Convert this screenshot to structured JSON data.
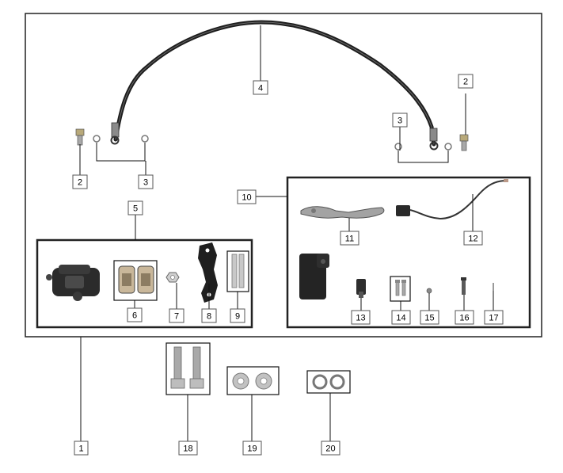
{
  "diagram": {
    "callouts": {
      "c1": "1",
      "c2a": "2",
      "c2b": "2",
      "c3a": "3",
      "c3b": "3",
      "c4": "4",
      "c5": "5",
      "c6": "6",
      "c7": "7",
      "c8": "8",
      "c9": "9",
      "c10": "10",
      "c11": "11",
      "c12": "12",
      "c13": "13",
      "c14": "14",
      "c15": "15",
      "c16": "16",
      "c17": "17",
      "c18": "18",
      "c19": "19",
      "c20": "20"
    },
    "colors": {
      "line": "#111111",
      "metal": "#9a9a9a",
      "dark_part": "#2b2b2b",
      "pad": "#c9b79a",
      "hose": "#1e1e1e"
    }
  }
}
